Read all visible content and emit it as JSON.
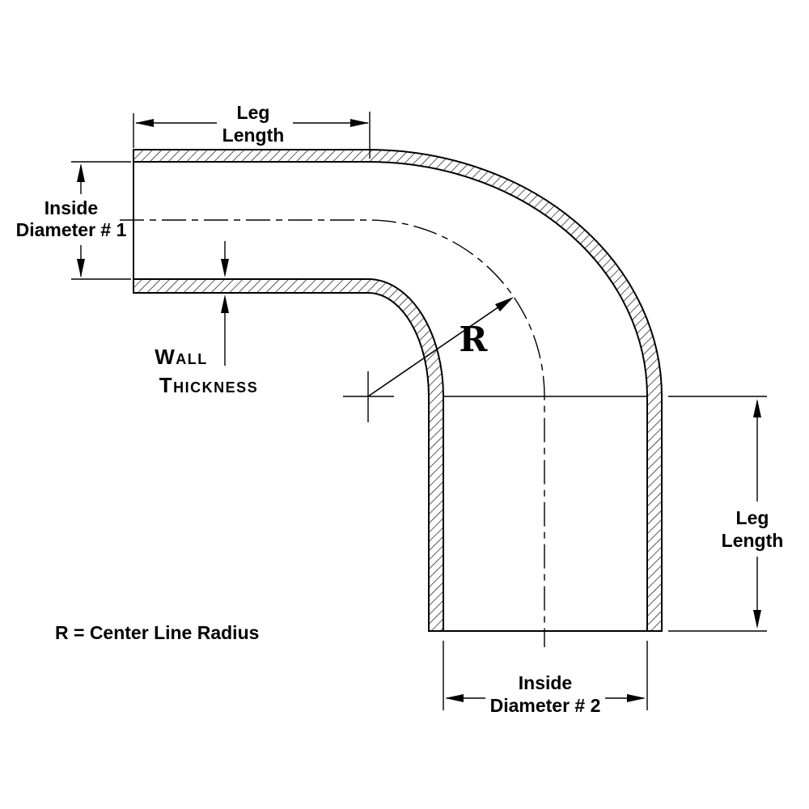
{
  "diagram": {
    "type": "technical-drawing",
    "subject": "90 degree elbow tube cross-section with dimension callouts",
    "colors": {
      "line": "#000000",
      "background": "#ffffff"
    },
    "annotations": {
      "leg_length_top": {
        "line1": "Leg",
        "line2": "Length"
      },
      "inside_diameter_1": {
        "line1": "Inside",
        "line2": "Diameter # 1"
      },
      "wall_thickness": {
        "line1": "Wall",
        "line2": "Thickness"
      },
      "radius": {
        "label": "R"
      },
      "leg_length_right": {
        "line1": "Leg",
        "line2": "Length"
      },
      "inside_diameter_2": {
        "line1": "Inside",
        "line2": "Diameter # 2"
      },
      "legend": {
        "text": "R = Center Line Radius"
      }
    }
  }
}
